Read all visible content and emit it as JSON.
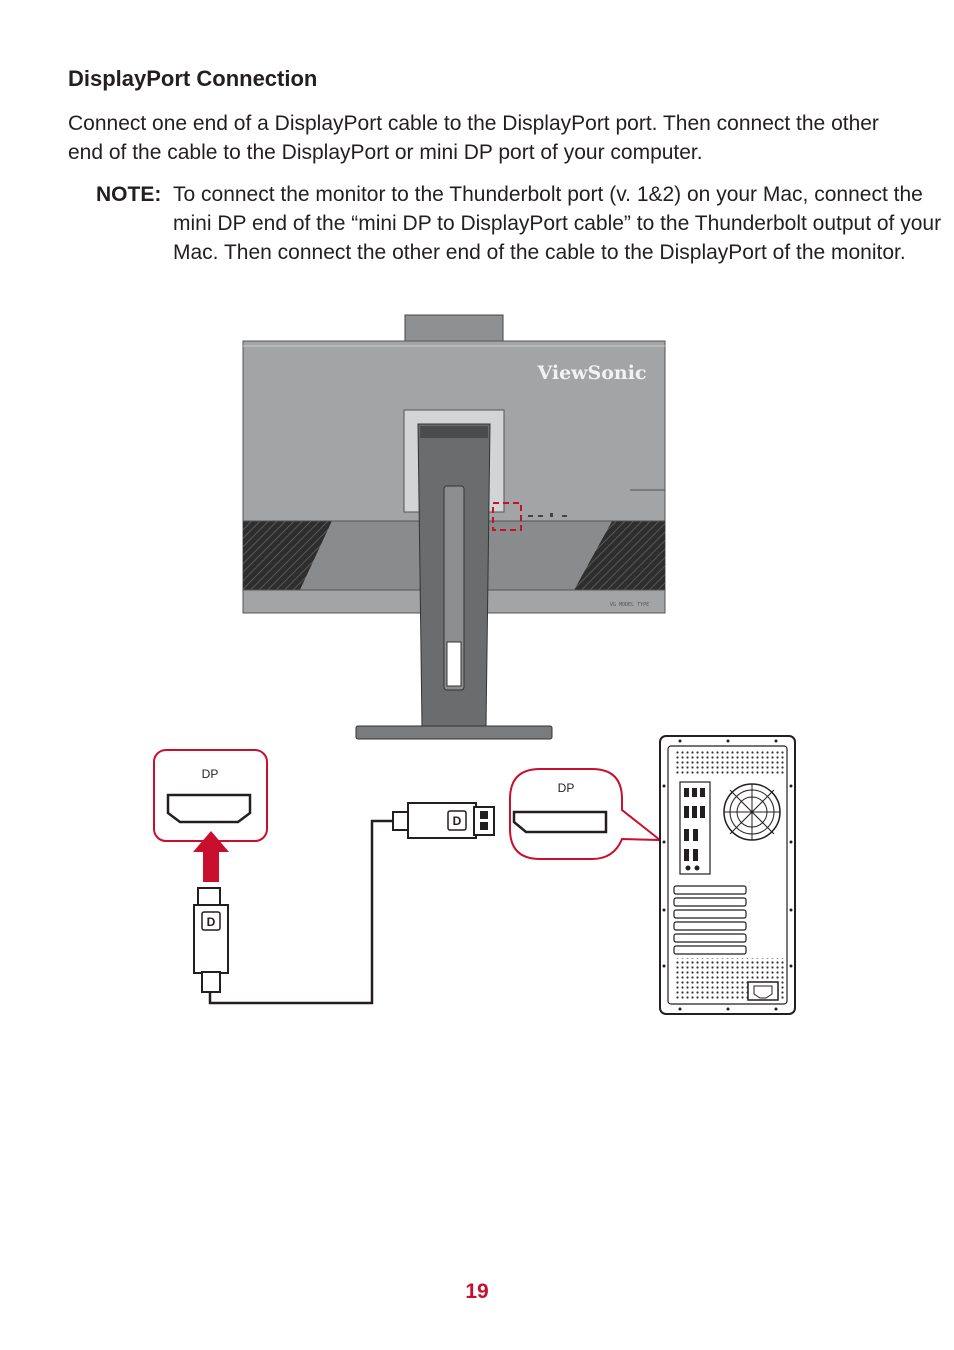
{
  "heading": "DisplayPort Connection",
  "paragraph": "Connect one end of a DisplayPort cable to the DisplayPort port. Then connect the other end of the cable to the DisplayPort or mini DP port of your computer.",
  "note": {
    "label": "NOTE:",
    "text": "To connect the monitor to the Thunderbolt port (v. 1&2) on your Mac, connect the mini DP end of the “mini DP to DisplayPort cable” to the Thunderbolt output of your Mac. Then connect the other end of the cable to the DisplayPort of the monitor."
  },
  "figure": {
    "brand": "ViewSonic",
    "monitor_port_label": "DP",
    "computer_port_label": "DP",
    "colors": {
      "accent": "#c8102e",
      "monitor_body": "#9a9b9c",
      "dark": "#3a3a3a"
    }
  },
  "page_number": "19"
}
